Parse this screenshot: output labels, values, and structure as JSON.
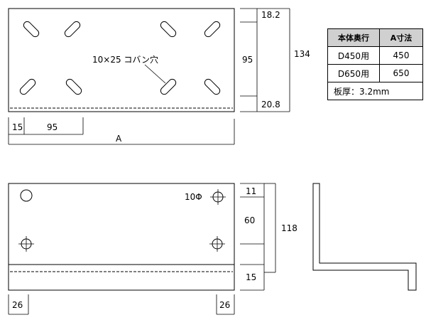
{
  "top_view": {
    "hole_callout": "10×25 コバン穴",
    "dim_18_2": "18.2",
    "dim_95_vertical": "95",
    "dim_20_8": "20.8",
    "dim_134": "134",
    "dim_15": "15",
    "dim_95_horizontal": "95",
    "dim_A": "A"
  },
  "front_view": {
    "hole_callout": "10Φ",
    "dim_11": "11",
    "dim_60": "60",
    "dim_15": "15",
    "dim_118": "118",
    "dim_26_left": "26",
    "dim_26_right": "26"
  },
  "spec_table": {
    "headers": [
      "本体奥行",
      "A寸法"
    ],
    "rows": [
      {
        "depth": "D450用",
        "a": "450"
      },
      {
        "depth": "D650用",
        "a": "650"
      }
    ],
    "note": "板厚：3.2mm"
  }
}
